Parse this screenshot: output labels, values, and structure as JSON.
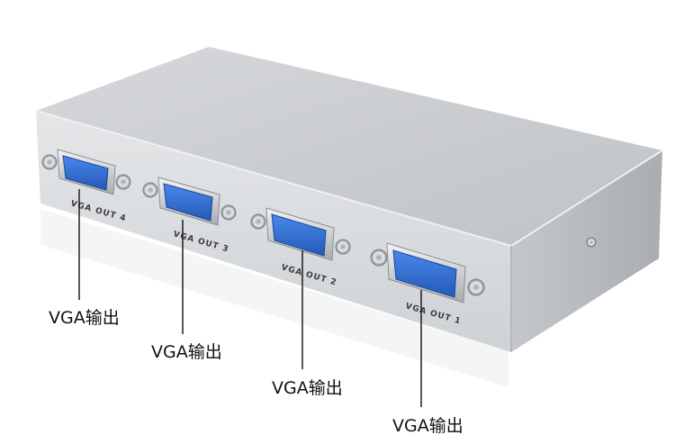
{
  "ports": [
    {
      "label": "VGA OUT 4"
    },
    {
      "label": "VGA OUT 3"
    },
    {
      "label": "VGA OUT 2"
    },
    {
      "label": "VGA OUT 1"
    }
  ],
  "callouts": [
    {
      "text": "VGA输出"
    },
    {
      "text": "VGA输出"
    },
    {
      "text": "VGA输出"
    },
    {
      "text": "VGA输出"
    }
  ],
  "colors": {
    "housing_top": "#c9ccd0",
    "housing_front": "#d9dbde",
    "housing_side": "#b9bcc1",
    "connector_blue": "#2f6fd6",
    "leader_line": "#111111"
  }
}
